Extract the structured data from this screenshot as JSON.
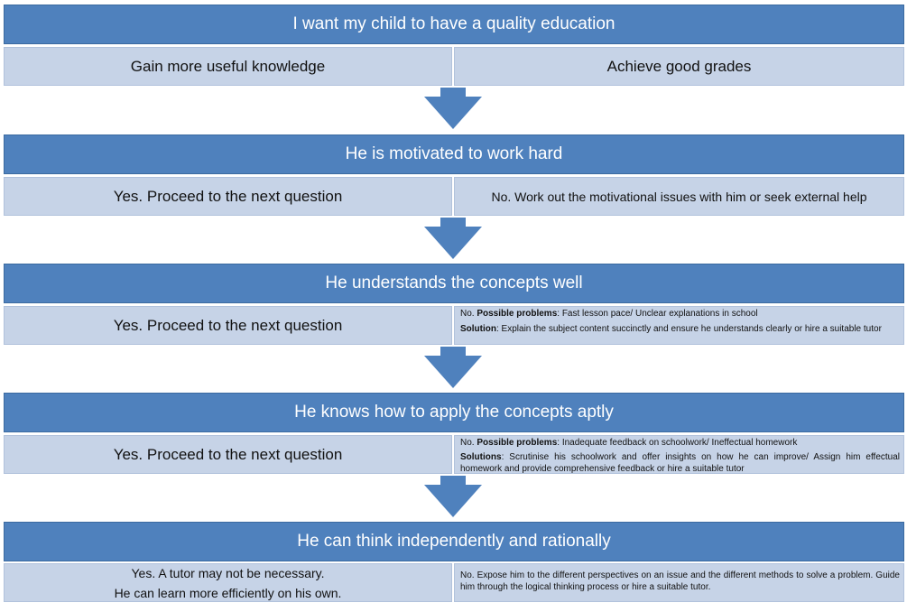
{
  "stages": [
    {
      "title": "I want my child to have a quality education",
      "left": "Gain more useful knowledge",
      "right": "Achieve good grades"
    },
    {
      "title": "He is motivated to work hard",
      "left": "Yes. Proceed to the next question",
      "right": "No. Work out the motivational issues with him or seek external help"
    },
    {
      "title": "He understands the concepts well",
      "left": "Yes. Proceed to the next question",
      "right_prefix": "No.",
      "right_label_1": "Possible problems",
      "right_text_1": ": Fast lesson pace/ Unclear explanations in school",
      "right_label_2": "Solution",
      "right_text_2": ": Explain the subject content succinctly and ensure he understands clearly or hire a suitable tutor"
    },
    {
      "title": "He knows how to apply the concepts aptly",
      "left": "Yes. Proceed to the next question",
      "right_prefix": "No.",
      "right_label_1": "Possible problems",
      "right_text_1": ": Inadequate feedback on schoolwork/ Ineffectual homework",
      "right_label_2": "Solutions",
      "right_text_2": ": Scrutinise his schoolwork and offer insights on how he can improve/ Assign him effectual homework and provide comprehensive feedback or hire a suitable tutor"
    },
    {
      "title": "He can think independently and rationally",
      "left_line_1": "Yes. A tutor may not be necessary.",
      "left_line_2": "He can learn more efficiently on his own.",
      "right": "No. Expose him to the different perspectives on an issue and the different methods to solve a problem. Guide him through the logical thinking process or hire  a suitable tutor."
    }
  ],
  "colors": {
    "header": "#4f81bd",
    "cell": "#c6d3e7",
    "arrow": "#4f81bd"
  }
}
